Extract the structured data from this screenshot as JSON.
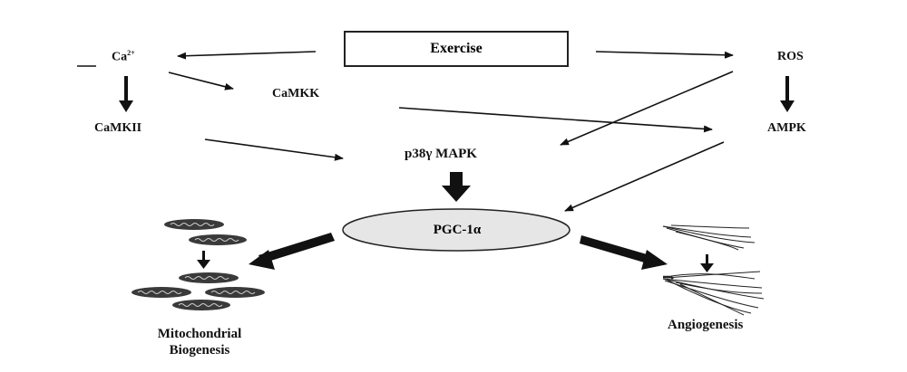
{
  "nodes": {
    "exercise": "Exercise",
    "ca_base": "Ca",
    "ca_charge": "2+",
    "camkk": "CaMKK",
    "camkii": "CaMKII",
    "ros": "ROS",
    "ampk": "AMPK",
    "p38": "p38γ MAPK",
    "pgc": "PGC-1α"
  },
  "outcomes": {
    "mito_line1": "Mitochondrial",
    "mito_line2": "Biogenesis",
    "angio": "Angiogenesis"
  },
  "colors": {
    "ink": "#111111",
    "ellipse_fill": "#e6e6e6",
    "mito_fill": "#3a3a3a"
  }
}
